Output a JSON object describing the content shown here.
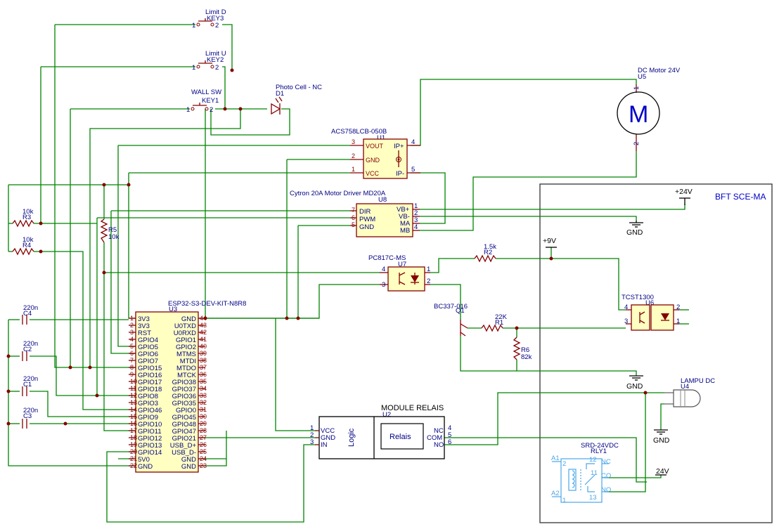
{
  "sheet": {
    "block_title": "BFT SCE-MA"
  },
  "power": {
    "v24_top": "+24V",
    "v9": "+9V",
    "gnd": "GND",
    "v24_relay": "24V"
  },
  "switches": {
    "key3": {
      "label": "Limit D",
      "ref": "KEY3",
      "p1": "1",
      "p2": "2"
    },
    "key2": {
      "label": "Limit U",
      "ref": "KEY2",
      "p1": "1",
      "p2": "2"
    },
    "key1": {
      "label": "WALL SW",
      "ref": "KEY1",
      "p1": "1",
      "p2": "2"
    }
  },
  "d1": {
    "label": "Photo Cell - NC",
    "ref": "D1"
  },
  "motor": {
    "label": "DC Motor 24V",
    "ref": "U5",
    "symbol": "M",
    "p1": "1",
    "p2": "2"
  },
  "u1": {
    "label": "ACS758LCB-050B",
    "ref": "U1",
    "pins_left": [
      {
        "num": "3",
        "name": "VOUT"
      },
      {
        "num": "2",
        "name": "GND"
      },
      {
        "num": "1",
        "name": "VCC"
      }
    ],
    "pins_right": [
      {
        "num": "4",
        "name": "IP+"
      },
      {
        "num": "5",
        "name": "IP-"
      }
    ]
  },
  "u8": {
    "label": "Cytron 20A Motor Driver MD20A",
    "ref": "U8",
    "pins_left": [
      {
        "num": "7",
        "name": "DIR"
      },
      {
        "num": "6",
        "name": "PWM"
      },
      {
        "num": "5",
        "name": "GND"
      }
    ],
    "pins_right": [
      {
        "num": "1",
        "name": "VB+"
      },
      {
        "num": "2",
        "name": "VB-"
      },
      {
        "num": "3",
        "name": "MA"
      },
      {
        "num": "4",
        "name": "MB"
      }
    ]
  },
  "r3": {
    "val": "10k",
    "ref": "R3"
  },
  "r4": {
    "val": "10k",
    "ref": "R4"
  },
  "r5": {
    "ref": "R5",
    "val": "10k"
  },
  "r2": {
    "val": "1.5k",
    "ref": "R2"
  },
  "r1": {
    "val": "22K",
    "ref": "R1"
  },
  "r6": {
    "ref": "R6",
    "val": "82k"
  },
  "u7": {
    "label": "PC817C-MS",
    "ref": "U7",
    "p4": "4",
    "p3": "3",
    "p1": "1",
    "p2": "2"
  },
  "q1": {
    "label": "BC337-016",
    "ref": "Q1"
  },
  "u6": {
    "label": "TCST1300",
    "ref": "U6",
    "p4": "4",
    "p3": "3",
    "p2": "2",
    "p1": "1"
  },
  "caps": [
    {
      "val": "220n",
      "ref": "C4"
    },
    {
      "val": "220n",
      "ref": "C2"
    },
    {
      "val": "220n",
      "ref": "C1"
    },
    {
      "val": "220n",
      "ref": "C3"
    }
  ],
  "u3": {
    "label": "ESP32-S3-DEV-KIT-N8R8",
    "ref": "U3",
    "left": [
      {
        "num": "1",
        "name": "3V3"
      },
      {
        "num": "2",
        "name": "3V3"
      },
      {
        "num": "3",
        "name": "RST"
      },
      {
        "num": "4",
        "name": "GPIO4"
      },
      {
        "num": "5",
        "name": "GPIO5"
      },
      {
        "num": "6",
        "name": "GPIO6"
      },
      {
        "num": "7",
        "name": "GPIO7"
      },
      {
        "num": "8",
        "name": "GPIO15"
      },
      {
        "num": "9",
        "name": "GPIO16"
      },
      {
        "num": "10",
        "name": "GPIO17"
      },
      {
        "num": "11",
        "name": "GPIO18"
      },
      {
        "num": "12",
        "name": "GPIO8"
      },
      {
        "num": "13",
        "name": "GPIO3"
      },
      {
        "num": "14",
        "name": "GPIO46"
      },
      {
        "num": "15",
        "name": "GPIO9"
      },
      {
        "num": "16",
        "name": "GPIO10"
      },
      {
        "num": "17",
        "name": "GPIO11"
      },
      {
        "num": "18",
        "name": "GPIO12"
      },
      {
        "num": "19",
        "name": "GPIO13"
      },
      {
        "num": "20",
        "name": "GPIO14"
      },
      {
        "num": "21",
        "name": "5V0"
      },
      {
        "num": "22",
        "name": "GND"
      }
    ],
    "right": [
      {
        "num": "44",
        "name": "GND"
      },
      {
        "num": "43",
        "name": "U0TXD"
      },
      {
        "num": "42",
        "name": "U0RXD"
      },
      {
        "num": "41",
        "name": "GPIO1"
      },
      {
        "num": "40",
        "name": "GPIO2"
      },
      {
        "num": "39",
        "name": "MTMS"
      },
      {
        "num": "38",
        "name": "MTDI"
      },
      {
        "num": "37",
        "name": "MTDO"
      },
      {
        "num": "36",
        "name": "MTCK"
      },
      {
        "num": "35",
        "name": "GPIO38"
      },
      {
        "num": "34",
        "name": "GPIO37"
      },
      {
        "num": "33",
        "name": "GPIO36"
      },
      {
        "num": "32",
        "name": "GPIO35"
      },
      {
        "num": "31",
        "name": "GPIO0"
      },
      {
        "num": "30",
        "name": "GPIO45"
      },
      {
        "num": "29",
        "name": "GPIO48"
      },
      {
        "num": "28",
        "name": "GPIO47"
      },
      {
        "num": "27",
        "name": "GPIO21"
      },
      {
        "num": "26",
        "name": "USB_D+"
      },
      {
        "num": "25",
        "name": "USB_D-"
      },
      {
        "num": "24",
        "name": "GND"
      },
      {
        "num": "23",
        "name": "GND"
      }
    ]
  },
  "u2": {
    "label": "MODULE RELAIS",
    "ref": "U2",
    "logic": "Logic",
    "relais": "Relais",
    "pins_left": [
      {
        "num": "1",
        "name": "VCC"
      },
      {
        "num": "2",
        "name": "GND"
      },
      {
        "num": "3",
        "name": "IN"
      }
    ],
    "pins_right": [
      {
        "num": "4",
        "name": "NC"
      },
      {
        "num": "5",
        "name": "COM"
      },
      {
        "num": "6",
        "name": "NO"
      }
    ]
  },
  "u4": {
    "label": "LAMPU DC",
    "ref": "U4"
  },
  "rly1": {
    "label": "SRD-24VDC",
    "ref": "RLY1",
    "pins": {
      "a1": "A1",
      "a2": "A2",
      "p2": "2",
      "p1": "1",
      "p12": "12",
      "p11": "11",
      "p13": "13",
      "nc": "NC",
      "co": "CO",
      "no": "NO"
    }
  }
}
